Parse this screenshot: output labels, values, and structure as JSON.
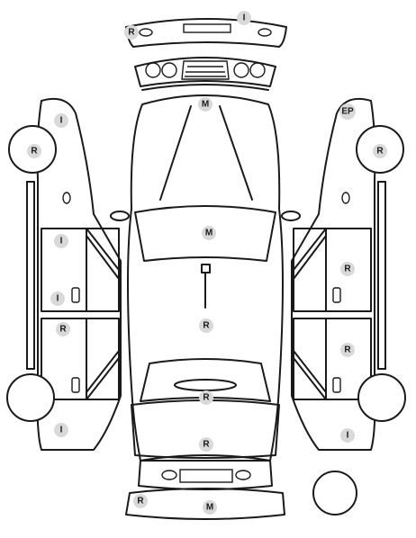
{
  "markers": [
    {
      "id": "front-bumper-top",
      "code": "I"
    },
    {
      "id": "front-bumper-left",
      "code": "R"
    },
    {
      "id": "hood-front",
      "code": "M"
    },
    {
      "id": "left-front-fender",
      "code": "I"
    },
    {
      "id": "left-front-wheel",
      "code": "R"
    },
    {
      "id": "right-front-fender",
      "code": "EP"
    },
    {
      "id": "right-front-wheel",
      "code": "R"
    },
    {
      "id": "windshield",
      "code": "M"
    },
    {
      "id": "left-front-door",
      "code": "I"
    },
    {
      "id": "left-front-door-lower",
      "code": "I"
    },
    {
      "id": "left-rear-door",
      "code": "R"
    },
    {
      "id": "left-rear-quarter",
      "code": "I"
    },
    {
      "id": "right-front-door",
      "code": "R"
    },
    {
      "id": "right-rear-door",
      "code": "R"
    },
    {
      "id": "right-rear-quarter",
      "code": "I"
    },
    {
      "id": "roof",
      "code": "R"
    },
    {
      "id": "trunk-lid",
      "code": "R"
    },
    {
      "id": "rear-panel",
      "code": "R"
    },
    {
      "id": "rear-bumper-left",
      "code": "R"
    },
    {
      "id": "rear-bumper-bottom",
      "code": "M"
    }
  ]
}
